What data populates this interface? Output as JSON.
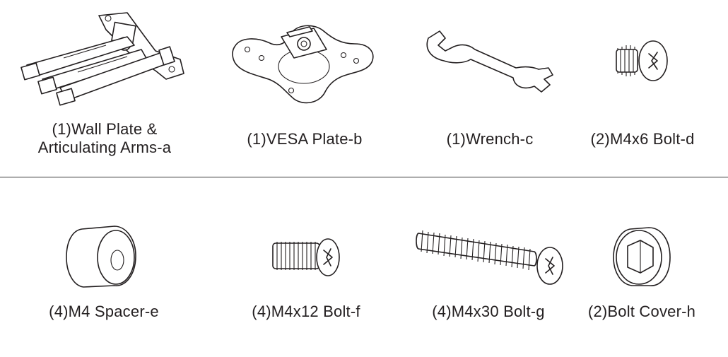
{
  "parts": [
    {
      "id": "a",
      "label_line1": "(1)Wall Plate &",
      "label_line2": "Articulating Arms-a",
      "icon": "wall-plate-articulating-arms-icon"
    },
    {
      "id": "b",
      "label": "(1)VESA Plate-b",
      "icon": "vesa-plate-icon"
    },
    {
      "id": "c",
      "label": "(1)Wrench-c",
      "icon": "wrench-icon"
    },
    {
      "id": "d",
      "label": "(2)M4x6 Bolt-d",
      "icon": "m4x6-bolt-icon"
    },
    {
      "id": "e",
      "label": "(4)M4 Spacer-e",
      "icon": "m4-spacer-icon"
    },
    {
      "id": "f",
      "label": "(4)M4x12 Bolt-f",
      "icon": "m4x12-bolt-icon"
    },
    {
      "id": "g",
      "label": "(4)M4x30 Bolt-g",
      "icon": "m4x30-bolt-icon"
    },
    {
      "id": "h",
      "label": "(2)Bolt Cover-h",
      "icon": "bolt-cover-icon"
    }
  ]
}
